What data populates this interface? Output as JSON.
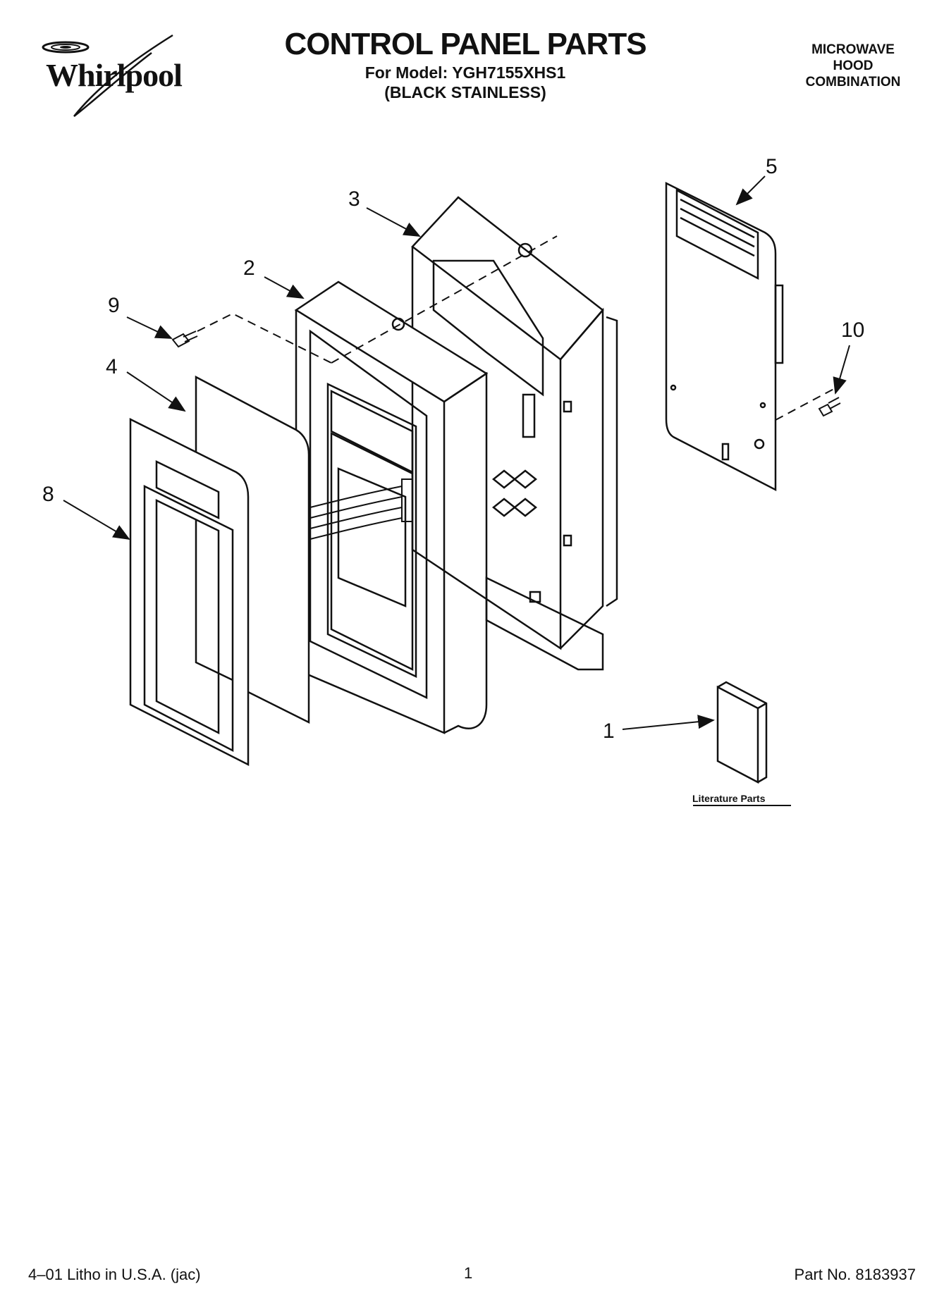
{
  "header": {
    "brand": "Whirlpool",
    "title": "CONTROL PANEL PARTS",
    "model_line": "For Model: YGH7155XHS1",
    "variant_line": "(BLACK STAINLESS)",
    "product_type": [
      "MICROWAVE",
      "HOOD",
      "COMBINATION"
    ]
  },
  "diagram": {
    "callouts": [
      "1",
      "2",
      "3",
      "4",
      "5",
      "8",
      "9",
      "10"
    ],
    "literature_label": "Literature Parts"
  },
  "footer": {
    "left": "4–01 Litho in U.S.A. (jac)",
    "page": "1",
    "right": "Part No. 8183937"
  }
}
